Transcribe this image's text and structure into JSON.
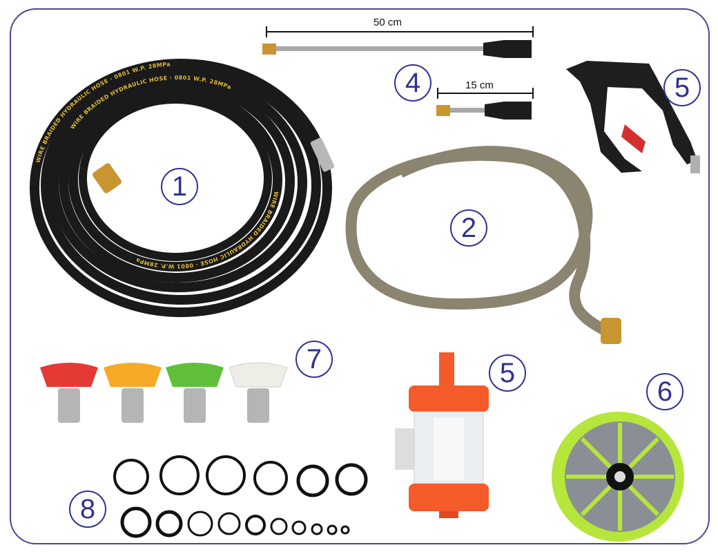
{
  "labels": {
    "hose": "1",
    "suction_hose": "2",
    "lances": "4",
    "gun": "5",
    "nozzles": "7",
    "filter": "5",
    "strainer": "6",
    "orings": "8"
  },
  "dimensions": {
    "long_lance": "50 cm",
    "short_lance": "15 cm"
  },
  "hose_print": "WIRE BRAIDED HYDRAULIC HOSE · 0801 W.P. 28MPa",
  "colors": {
    "badge": "#2e3192",
    "frame": "#4b4596",
    "nozzle_red": "#e53935",
    "nozzle_yellow": "#f7a928",
    "nozzle_green": "#5fbf3a",
    "nozzle_white": "#efeee6",
    "filter_cap": "#f45a2a",
    "strainer_rim": "#b6e63c"
  }
}
